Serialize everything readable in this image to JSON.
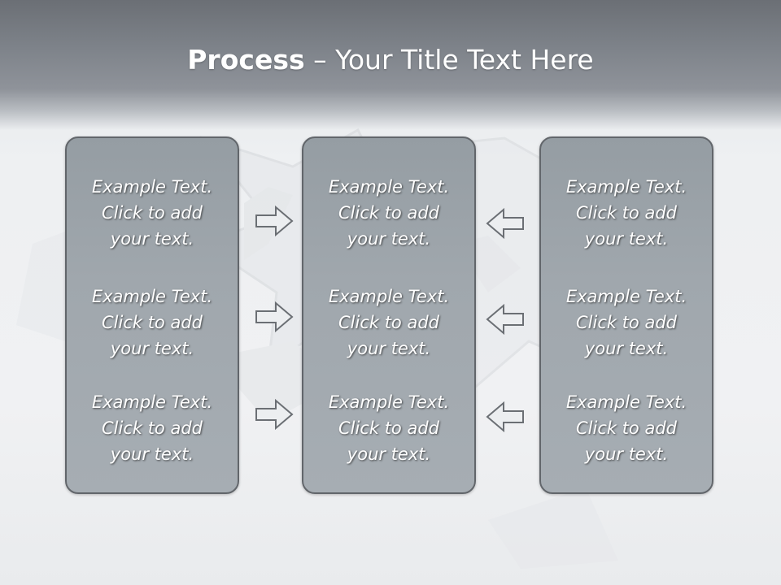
{
  "slide": {
    "title_bold": "Process",
    "title_rest": " – Your Title Text Here"
  },
  "columns": [
    {
      "items": [
        {
          "line1": "Example Text.",
          "line2": "Click  to add",
          "line3": "your text."
        },
        {
          "line1": "Example Text.",
          "line2": "Click  to add",
          "line3": "your text."
        },
        {
          "line1": "Example Text.",
          "line2": "Click  to add",
          "line3": "your text."
        }
      ]
    },
    {
      "items": [
        {
          "line1": "Example Text.",
          "line2": "Click  to add",
          "line3": "your text."
        },
        {
          "line1": "Example Text.",
          "line2": "Click  to add",
          "line3": "your text."
        },
        {
          "line1": "Example Text.",
          "line2": "Click  to add",
          "line3": "your text."
        }
      ]
    },
    {
      "items": [
        {
          "line1": "Example Text.",
          "line2": "Click  to add",
          "line3": "your text."
        },
        {
          "line1": "Example Text.",
          "line2": "Click  to add",
          "line3": "your text."
        },
        {
          "line1": "Example Text.",
          "line2": "Click  to add",
          "line3": "your text."
        }
      ]
    }
  ],
  "arrows": {
    "left_to_middle": [
      "right-arrow-icon",
      "right-arrow-icon",
      "right-arrow-icon"
    ],
    "right_to_middle": [
      "left-arrow-icon",
      "left-arrow-icon",
      "left-arrow-icon"
    ]
  },
  "colors": {
    "title_band": "#7e838a",
    "box_fill": "#a0a7ad",
    "box_border": "#62666b",
    "text": "#ffffff"
  }
}
